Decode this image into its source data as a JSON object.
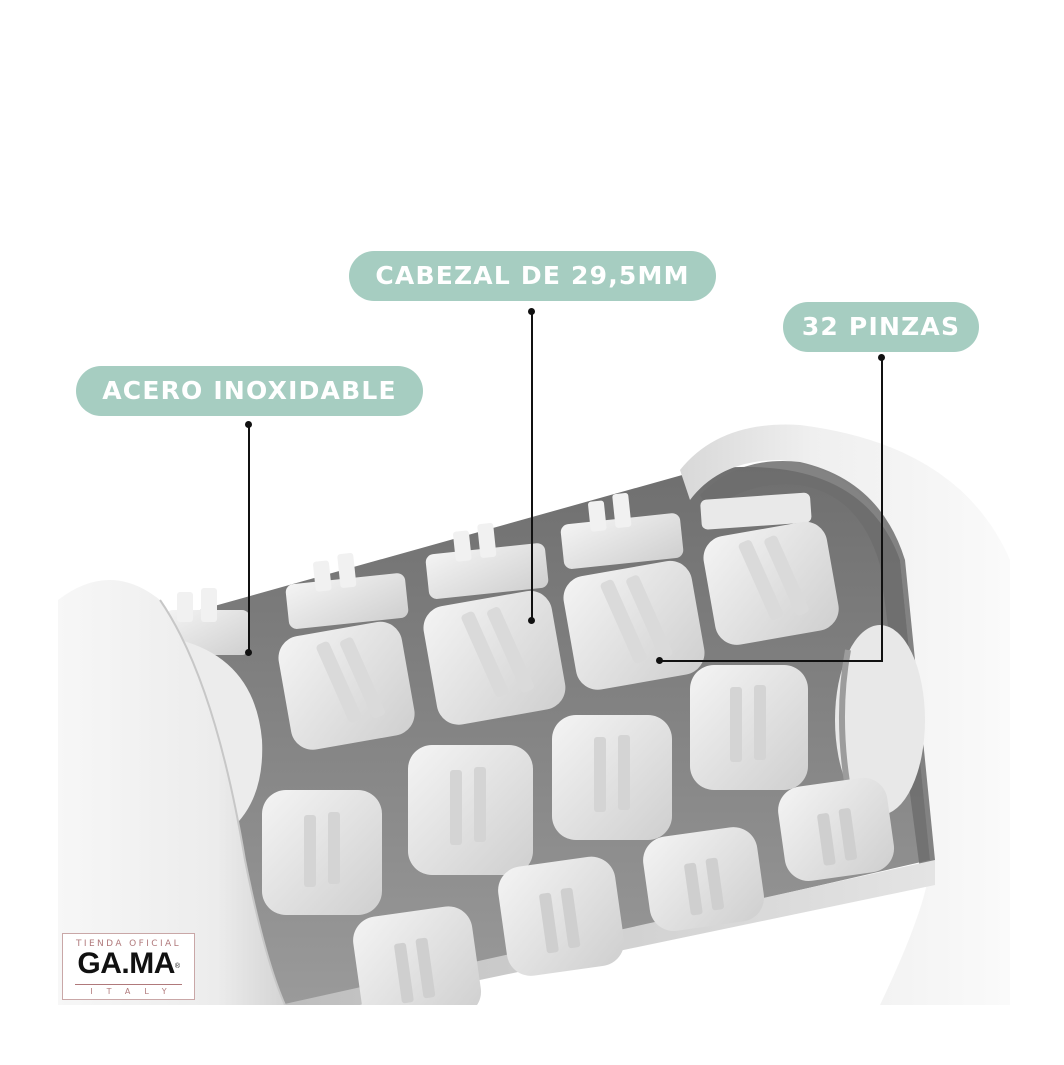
{
  "callouts": [
    {
      "id": "acero",
      "label": "ACERO INOXIDABLE"
    },
    {
      "id": "cabezal",
      "label": "CABEZAL DE 29,5MM"
    },
    {
      "id": "pinzas",
      "label": "32 PINZAS"
    }
  ],
  "logo": {
    "top_text": "TIENDA OFICIAL",
    "brand": "GA.MA",
    "registered_mark": "®",
    "bottom_text": "ITALY"
  },
  "colors": {
    "callout_background": "#a6cdc1",
    "callout_text": "#ffffff",
    "leader_line": "#111111",
    "logo_accent": "#b0797b",
    "product_body": "#f2f2f2",
    "product_shadow": "#8a8a8a"
  },
  "product": {
    "description": "Epilator head with rotating tweezer discs",
    "visible_tweezer_rows": 4,
    "visible_tweezer_columns": 5
  }
}
